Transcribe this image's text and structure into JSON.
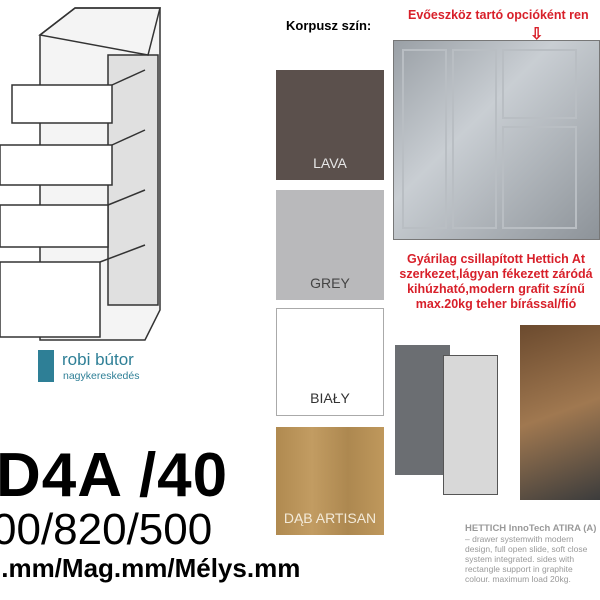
{
  "logo": {
    "name": "robi bútor",
    "subtitle": "nagykereskedés"
  },
  "product": {
    "code": "D4A /40",
    "dimensions": "00/820/500",
    "dimension_labels": "l.mm/Mag.mm/Mélys.mm"
  },
  "colors": {
    "header": "Korpusz szín:",
    "swatches": [
      {
        "label": "LAVA",
        "color": "#5b504c",
        "text_color": "#e6e6e6"
      },
      {
        "label": "GREY",
        "color": "#b9b9bb",
        "text_color": "#444444"
      },
      {
        "label": "BIAŁY",
        "color": "#ffffff",
        "text_color": "#333333"
      },
      {
        "label": "DĄB ARTISAN",
        "color": "#b8945a",
        "text_color": "#f3ead8"
      }
    ]
  },
  "notes": {
    "cutlery": "Evőeszköz tartó opcióként ren",
    "hettich": [
      "Gyárilag csillapított Hettich At",
      "szerkezet,lágyan fékezett záródá",
      "kihúzható,modern grafit színű",
      "max.20kg teher bírással/fió"
    ],
    "spec_title": "HETTICH InnoTech ATIRA (A)",
    "spec_body": "– drawer systemwith modern design, full open slide, soft close system integrated. sides with rectangle support in graphite colour. maximum load 20kg."
  }
}
